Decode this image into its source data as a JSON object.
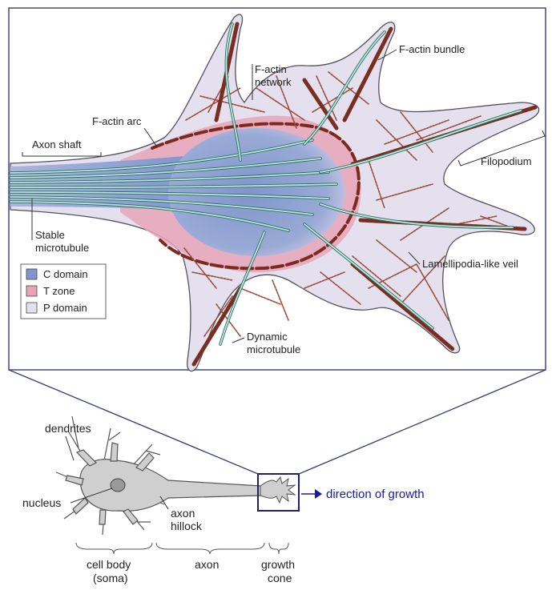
{
  "top_panel": {
    "labels": {
      "axon_shaft": "Axon shaft",
      "factin_arc": "F-actin arc",
      "factin_network_l1": "F-actin",
      "factin_network_l2": "network",
      "factin_bundle": "F-actin bundle",
      "filopodium": "Filopodium",
      "stable_mt_l1": "Stable",
      "stable_mt_l2": "microtubule",
      "lamellipodia": "Lamellipodia-like veil",
      "dynamic_mt_l1": "Dynamic",
      "dynamic_mt_l2": "microtubule"
    },
    "legend": [
      {
        "label": "C domain",
        "color": "#7f95cc"
      },
      {
        "label": "T zone",
        "color": "#e8a3b8"
      },
      {
        "label": "P domain",
        "color": "#e4e0ee"
      }
    ]
  },
  "bottom_panel": {
    "labels": {
      "dendrites": "dendrites",
      "nucleus": "nucleus",
      "axon_hillock_l1": "axon",
      "axon_hillock_l2": "hillock",
      "direction": "direction of growth",
      "cell_body_l1": "cell body",
      "cell_body_l2": "(soma)",
      "axon": "axon",
      "growth_cone_l1": "growth",
      "growth_cone_l2": "cone"
    }
  },
  "colors": {
    "c_domain": "#7f95cc",
    "t_zone": "#e8a3b8",
    "p_domain": "#e4e0ee",
    "actin": "#8a3a2c",
    "microtubule": "#8fd1c3",
    "frame": "#3a3a7a",
    "arrow": "#1a1aa0"
  }
}
